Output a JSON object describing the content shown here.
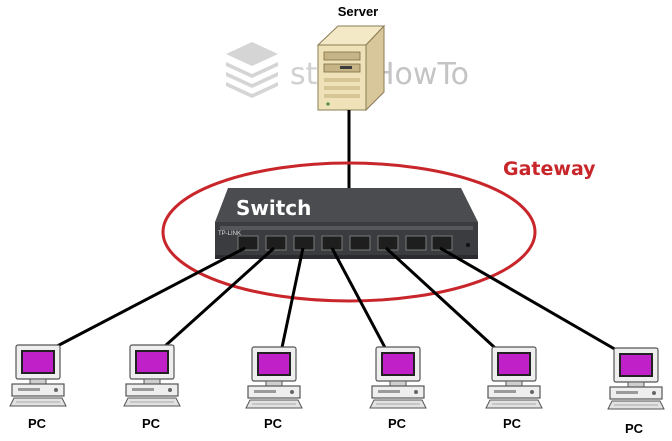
{
  "server": {
    "label": "Server"
  },
  "gateway": {
    "label": "Gateway",
    "color": "#c8262a"
  },
  "switch": {
    "label": "Switch",
    "brand": "TP-LINK",
    "body_color": "#3a3c40"
  },
  "pcs": [
    {
      "label": "PC"
    },
    {
      "label": "PC"
    },
    {
      "label": "PC"
    },
    {
      "label": "PC"
    },
    {
      "label": "PC"
    },
    {
      "label": "PC"
    }
  ],
  "watermark": {
    "part1": "stack",
    "part2": "HowTo"
  },
  "colors": {
    "cable": "#000000",
    "monitor_screen": "#c020c8",
    "pc_case": "#eeeeee"
  }
}
